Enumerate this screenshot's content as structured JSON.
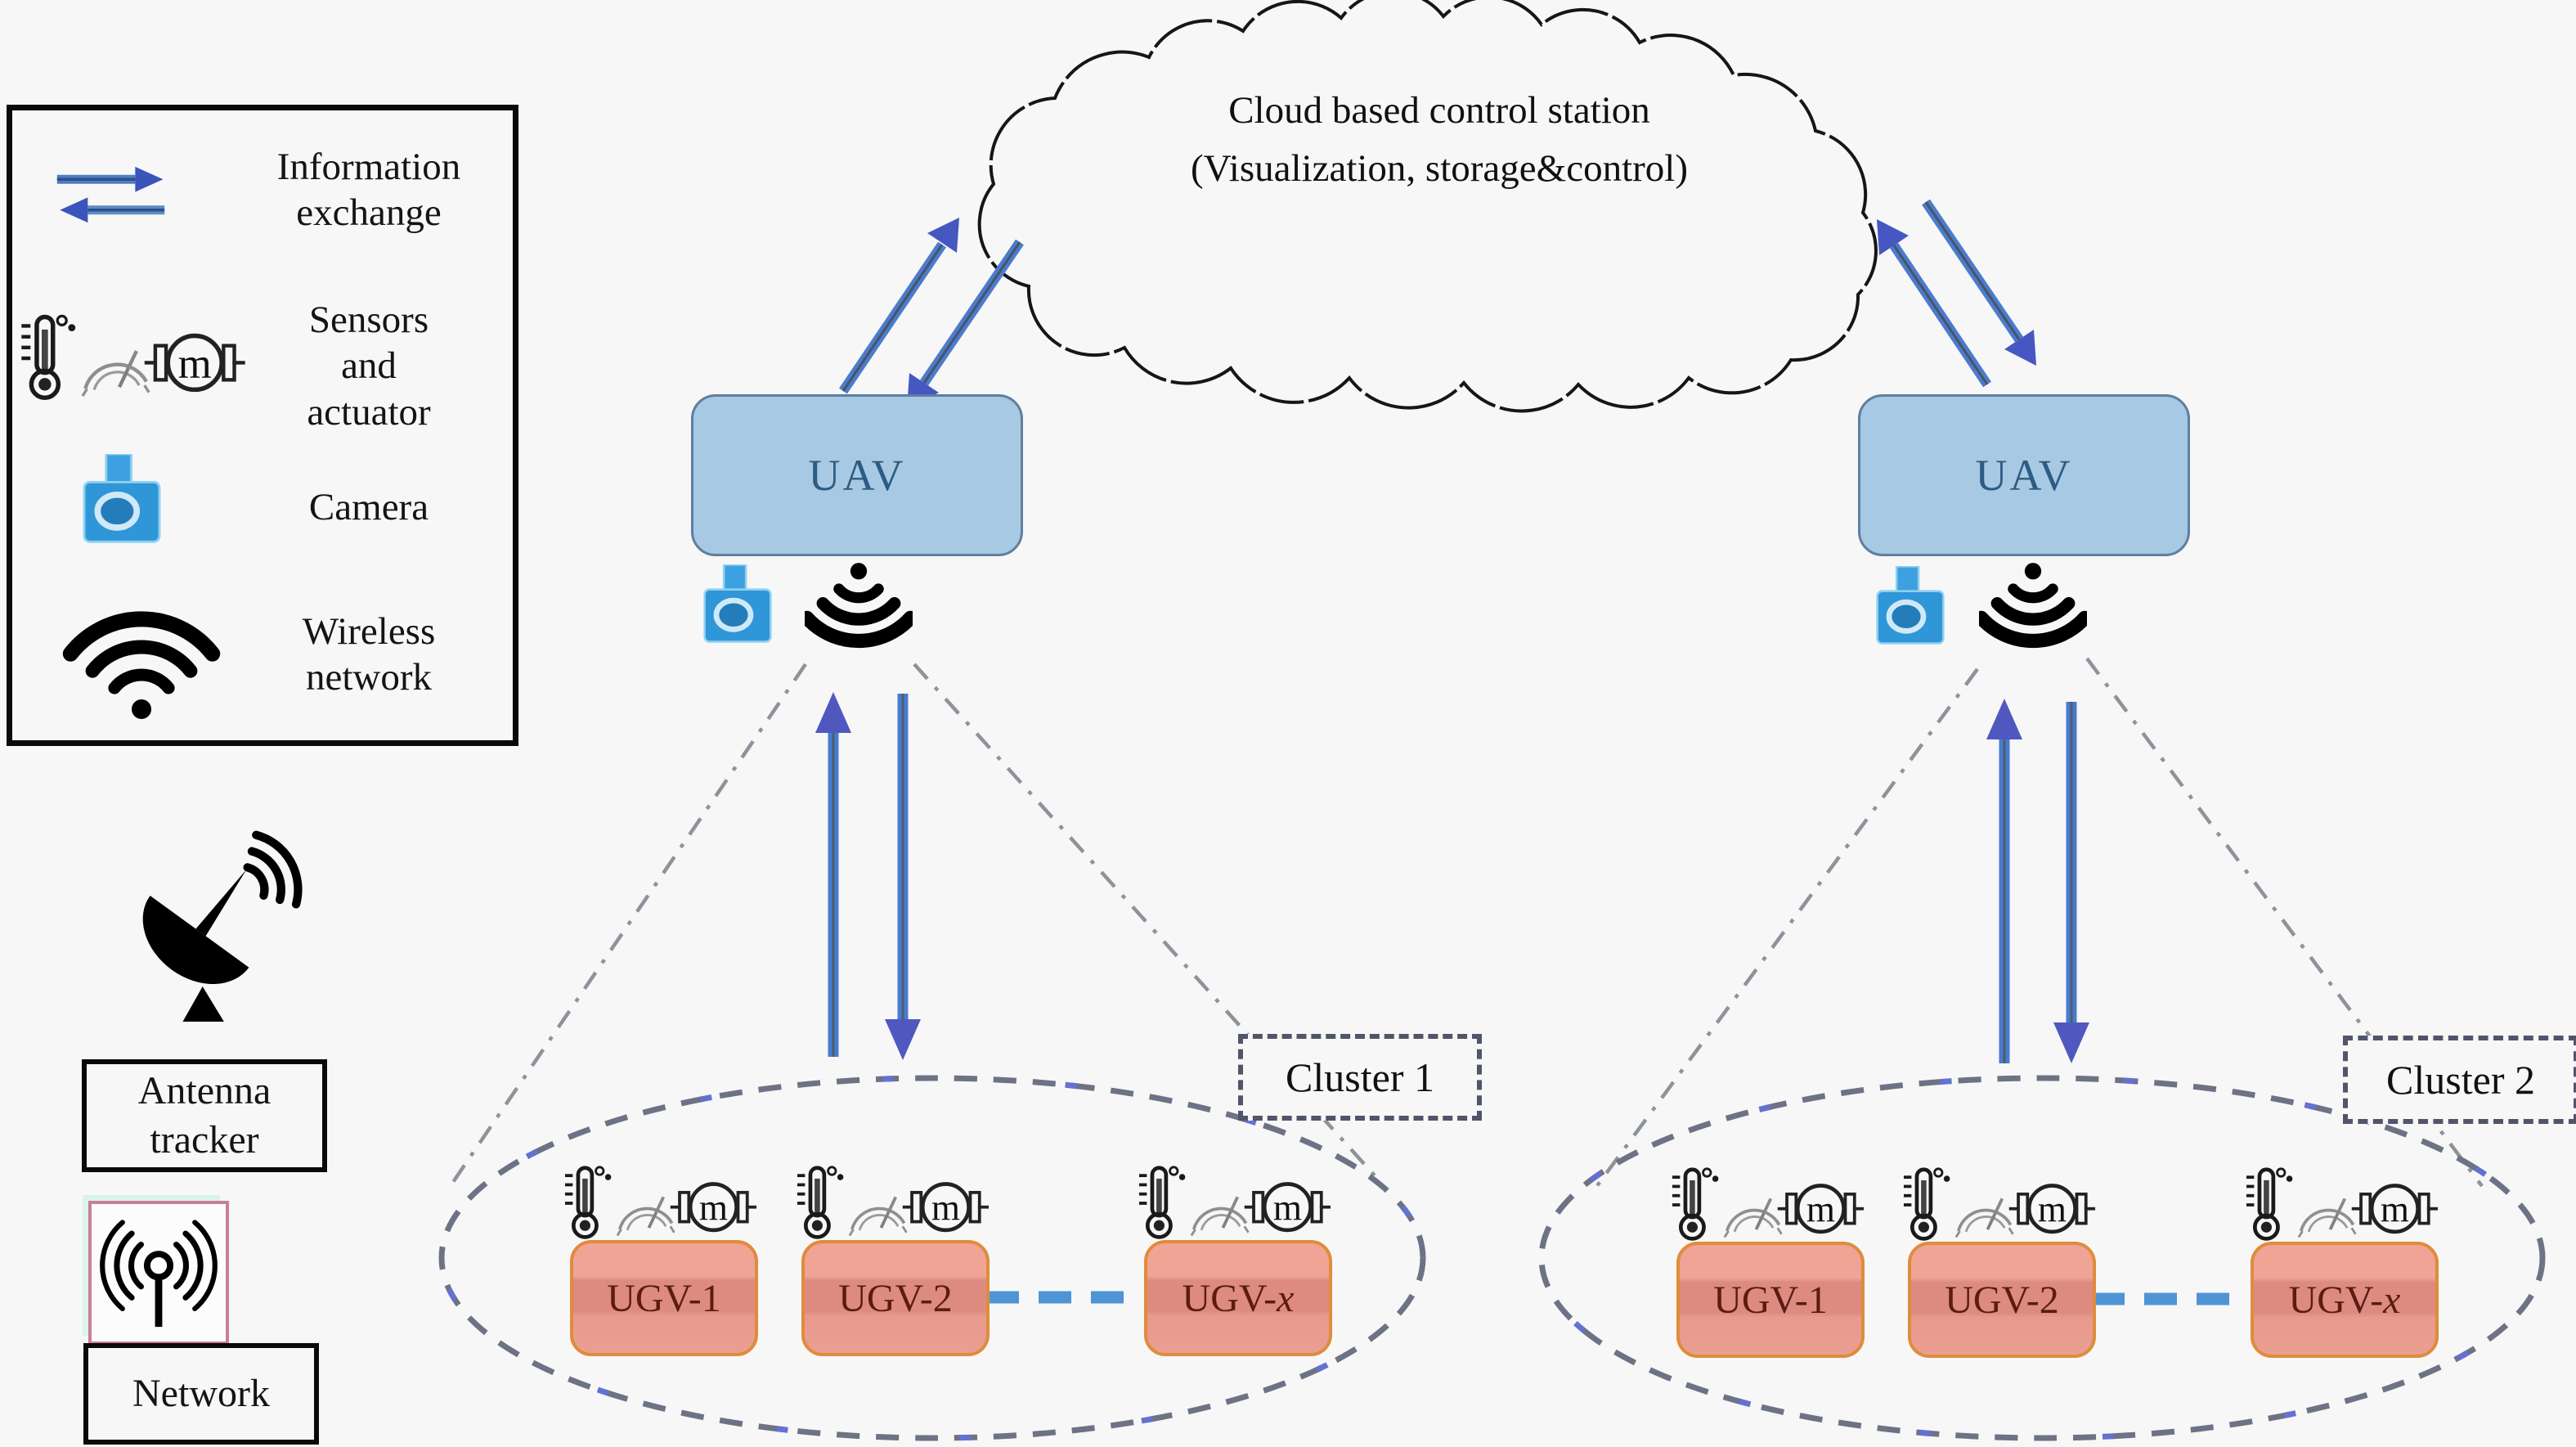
{
  "figure": {
    "background": "#f7f7f7"
  },
  "legend": {
    "items": [
      {
        "id": "information-exchange",
        "lines": [
          "Information",
          "exchange"
        ]
      },
      {
        "id": "sensors-and-actuator",
        "lines": [
          "Sensors",
          "and",
          "actuator"
        ]
      },
      {
        "id": "camera",
        "lines": [
          "Camera"
        ]
      },
      {
        "id": "wireless-network",
        "lines": [
          "Wireless",
          "network"
        ]
      }
    ]
  },
  "cloud": {
    "lines": [
      "Cloud based control station",
      "(Visualization, storage&control)"
    ]
  },
  "uavs": [
    {
      "label": "UAV"
    },
    {
      "label": "UAV"
    }
  ],
  "clusters": [
    {
      "label": "Cluster 1",
      "ugvs": [
        {
          "prefix": "UGV-",
          "suffix": "1"
        },
        {
          "prefix": "UGV-",
          "suffix": "2"
        },
        {
          "prefix": "UGV-",
          "suffix": "x"
        }
      ]
    },
    {
      "label": "Cluster 2",
      "ugvs": [
        {
          "prefix": "UGV-",
          "suffix": "1"
        },
        {
          "prefix": "UGV-",
          "suffix": "2"
        },
        {
          "prefix": "UGV-",
          "suffix": "x"
        }
      ]
    }
  ],
  "ground": {
    "antenna_tracker_lines": [
      "Antenna",
      "tracker"
    ],
    "network_label": "Network"
  },
  "icons": {
    "motor_letter": "m"
  },
  "colors": {
    "arrow_blue": "#4b7ccc",
    "arrow_head": "#4757c2",
    "uav_fill": "#a7c9e3",
    "uav_text": "#2d5b83",
    "ugv_fill": "#e9998e",
    "ugv_border": "#df8c3c",
    "ugv_text": "#5c1c10",
    "camera_blue": "#2f96d8",
    "cluster_dash_gray": "#6d7384",
    "cluster_dash_blue": "#6472cf",
    "cone_gray": "#8d929b",
    "link_blue": "#4f94d4"
  }
}
